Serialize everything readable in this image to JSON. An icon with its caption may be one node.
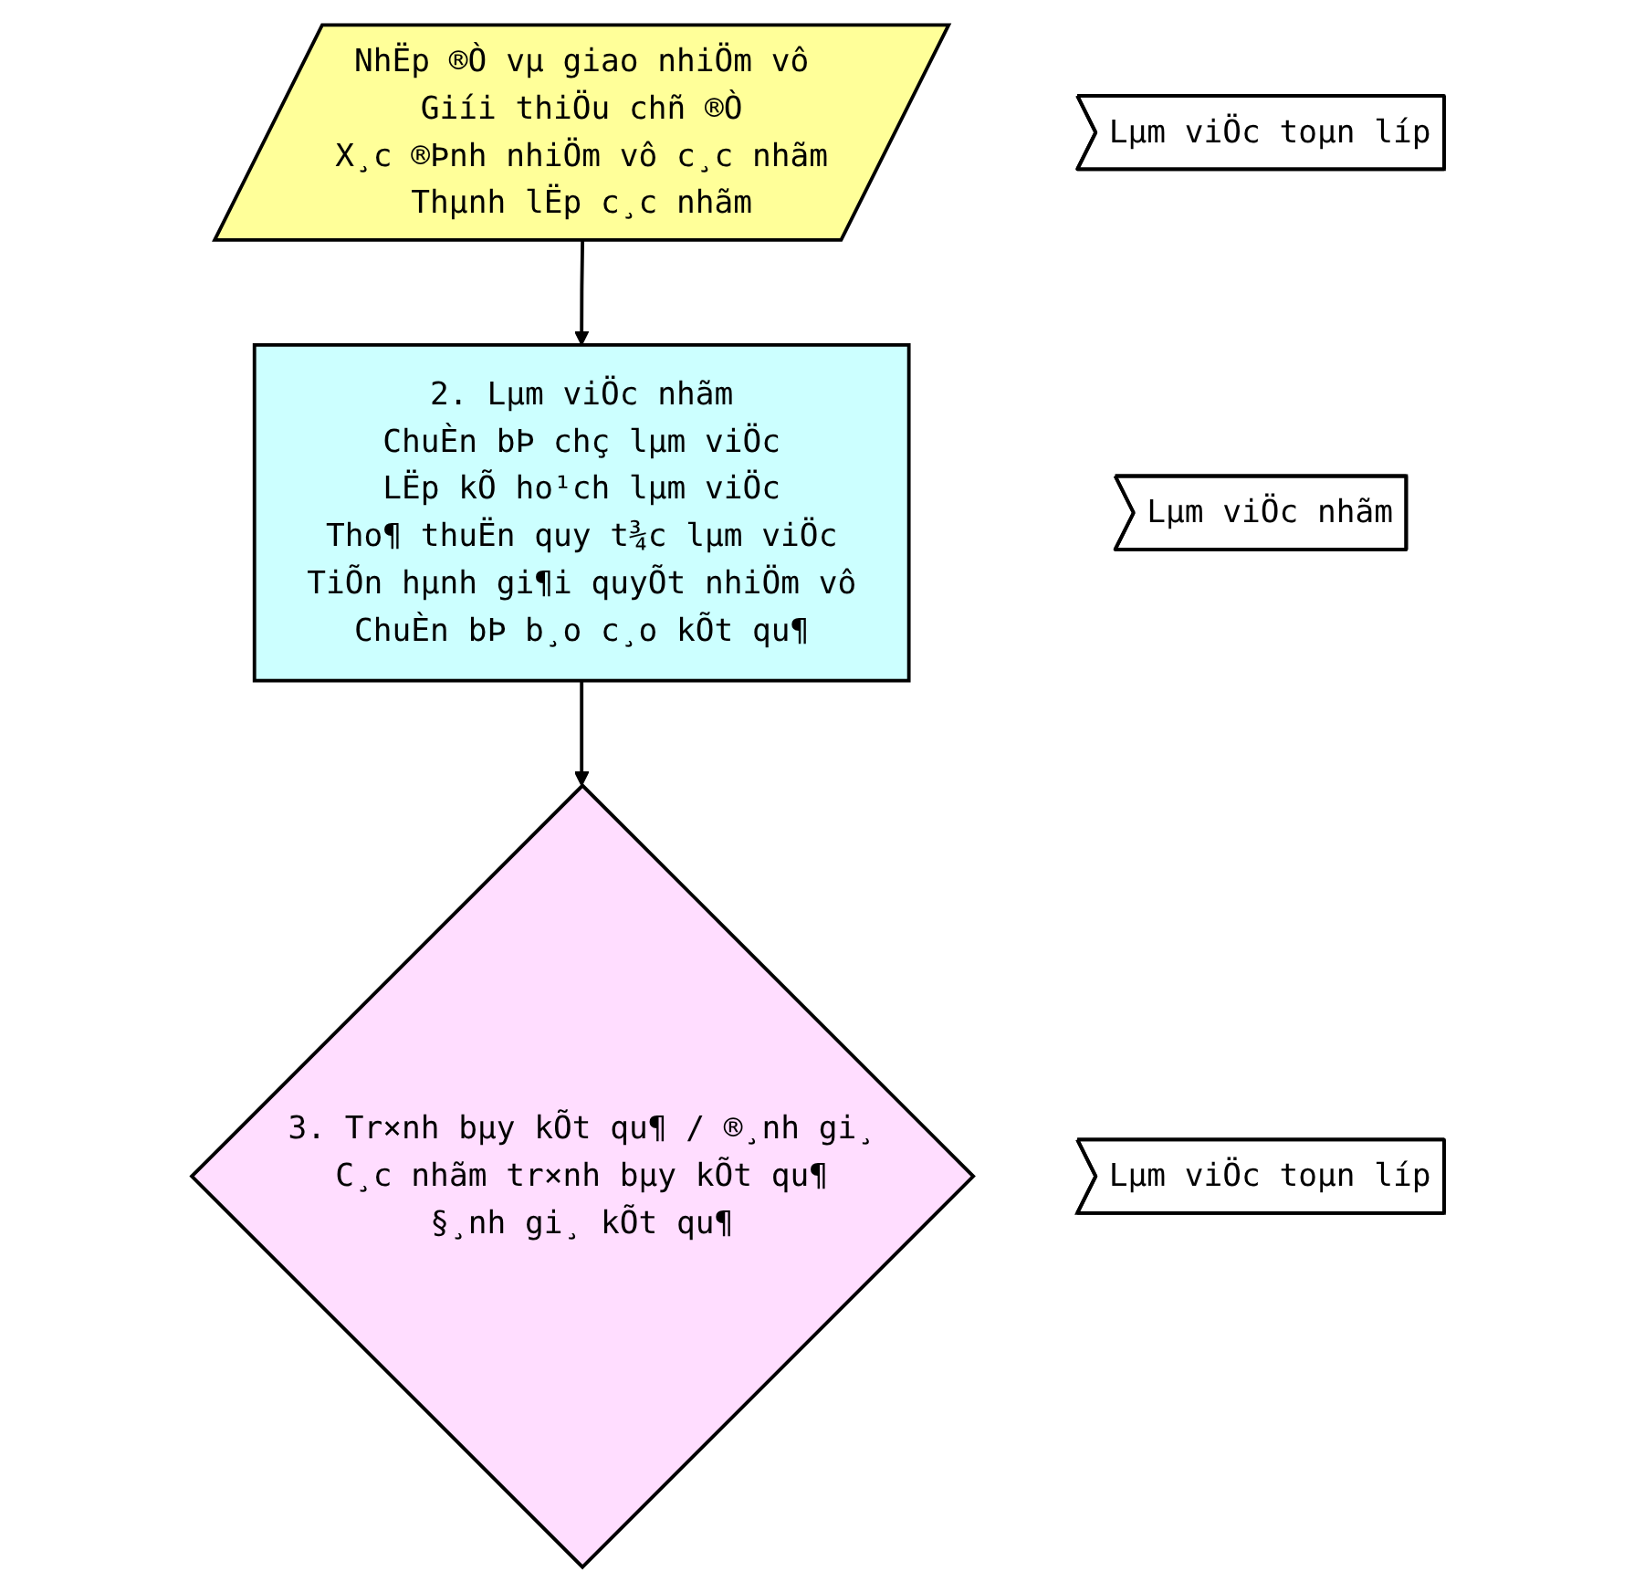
{
  "diagram": {
    "nodes": [
      {
        "text": [
          "NhËp ®Ò vµ giao nhiÖm vô",
          "Giíi thiÖu chñ ®Ò",
          "X¸c ®Þnh nhiÖm vô c¸c nhãm",
          "Thµnh lËp c¸c nhãm"
        ]
      },
      {
        "text": [
          "Lµm viÖc toµn líp"
        ]
      },
      {
        "text": [
          "2. Lµm viÖc nhãm",
          "ChuÈn bÞ chç lµm viÖc",
          "LËp kÕ ho¹ch lµm viÖc",
          "Tho¶ thuËn quy t¾c lµm viÖc",
          "TiÕn hµnh gi¶i quyÕt nhiÖm vô",
          "ChuÈn bÞ b¸o c¸o kÕt qu¶"
        ]
      },
      {
        "text": [
          "Lµm viÖc nhãm"
        ]
      },
      {
        "text": [
          "Lµm viÖc toµn líp"
        ]
      },
      {
        "text": [
          "3. Tr×nh bµy kÕt qu¶ / ®¸nh gi¸",
          "C¸c nhãm tr×nh bµy kÕt qu¶",
          "§¸nh gi¸ kÕt qu¶"
        ]
      }
    ],
    "edges": [
      {
        "from": 0,
        "to": 2,
        "arrow": "to"
      },
      {
        "from": 2,
        "to": 5,
        "arrow": "to"
      }
    ]
  }
}
